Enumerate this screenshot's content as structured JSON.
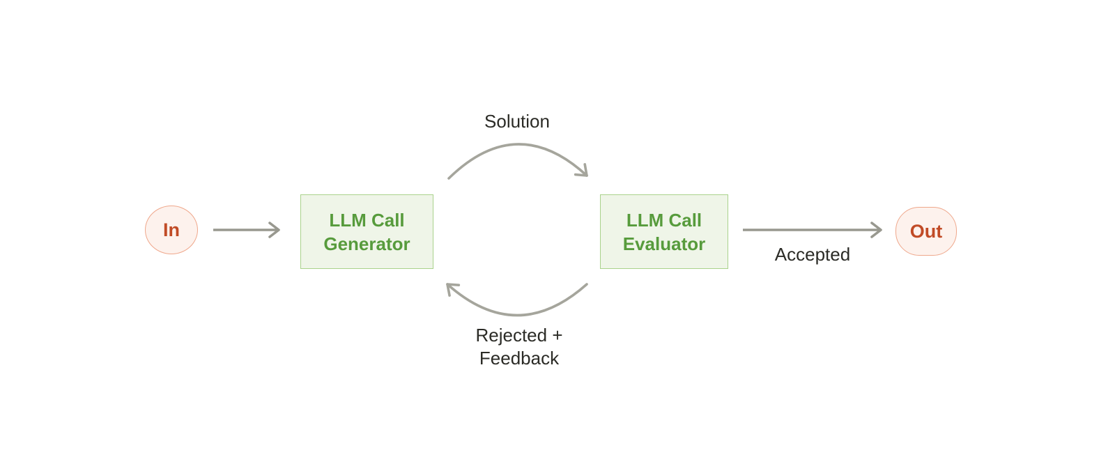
{
  "diagram": {
    "type": "flow-diagram",
    "background": "#ffffff",
    "nodes": {
      "input": {
        "label": "In",
        "shape": "ellipse",
        "fill": "#fdf2ed",
        "border": "#efa78b",
        "text_color": "#c14b26"
      },
      "generator": {
        "label": "LLM Call\nGenerator",
        "shape": "rect",
        "fill": "#eff5e8",
        "border": "#a9d28b",
        "text_color": "#579b3c"
      },
      "evaluator": {
        "label": "LLM Call\nEvaluator",
        "shape": "rect",
        "fill": "#eff5e8",
        "border": "#a9d28b",
        "text_color": "#579b3c"
      },
      "output": {
        "label": "Out",
        "shape": "pill",
        "fill": "#fdf2ed",
        "border": "#efa78b",
        "text_color": "#c14b26"
      }
    },
    "edges": {
      "input_to_generator": {
        "label": "",
        "from": "input",
        "to": "generator",
        "style": "straight"
      },
      "solution": {
        "label": "Solution",
        "from": "generator",
        "to": "evaluator",
        "style": "arc-top"
      },
      "rejected_feedback": {
        "label": "Rejected +\nFeedback",
        "from": "evaluator",
        "to": "generator",
        "style": "arc-bottom"
      },
      "accepted": {
        "label": "Accepted",
        "from": "evaluator",
        "to": "output",
        "style": "straight"
      }
    },
    "colors": {
      "canvas_bg": "#ffffff",
      "node_green_fill": "#eff5e8",
      "node_green_border": "#a9d28b",
      "node_green_text": "#579b3c",
      "node_pink_fill": "#fdf2ed",
      "node_pink_border": "#efa78b",
      "node_pink_text": "#c14b26",
      "arrow_gray": "#98988f",
      "arc_gray": "#a5a59c",
      "label_text": "#2b2b26"
    }
  }
}
